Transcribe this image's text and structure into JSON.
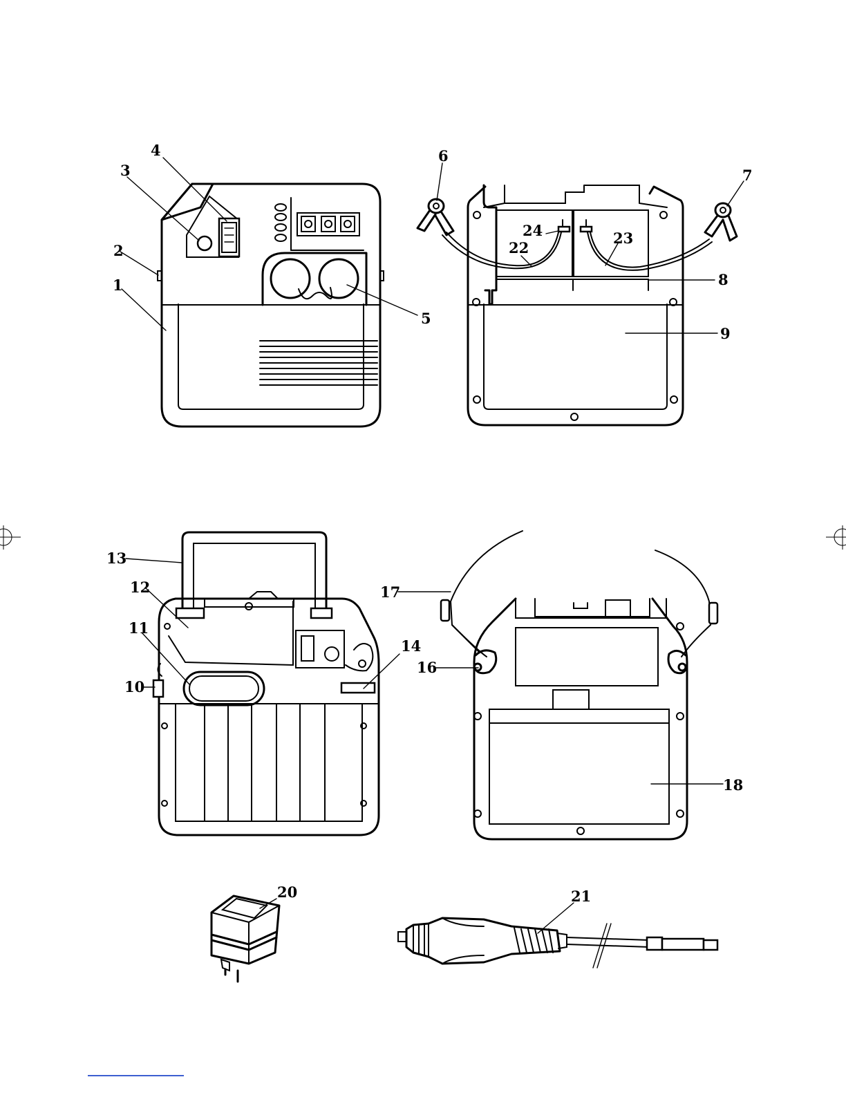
{
  "labels": {
    "1": "1",
    "2": "2",
    "3": "3",
    "4": "4",
    "5": "5",
    "6": "6",
    "7": "7",
    "8": "8",
    "9": "9",
    "10": "10",
    "11": "11",
    "12": "12",
    "13": "13",
    "14": "14",
    "16": "16",
    "17": "17",
    "18": "18",
    "20": "20",
    "21": "21",
    "22": "22",
    "23": "23",
    "24": "24"
  }
}
